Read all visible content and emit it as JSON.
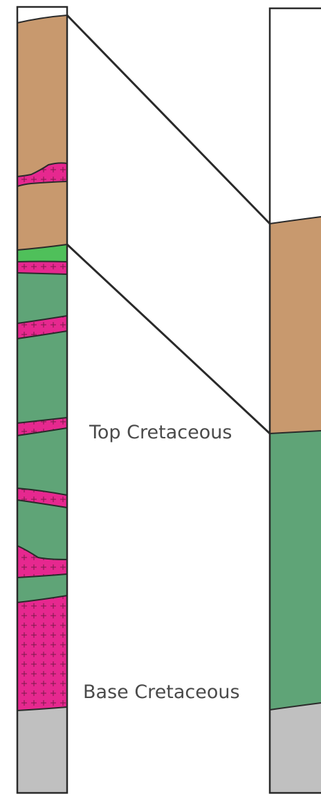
{
  "labels": {
    "top_cretaceous": "Top Cretaceous",
    "base_cretaceous": "Base Cretaceous"
  },
  "colors": {
    "tertiary": "#c8996e",
    "cretaceous": "#5fa477",
    "green_thin": "#4fc05a",
    "igneous": "#e6288f",
    "basement": "#c0c0c0",
    "outline": "#2a2a2a",
    "background": "#ffffff"
  },
  "columns": [
    {
      "name": "left-well-column",
      "units": [
        "tertiary",
        "igneous",
        "cretaceous",
        "basement"
      ]
    },
    {
      "name": "right-well-column",
      "units": [
        "tertiary",
        "cretaceous",
        "basement"
      ]
    }
  ]
}
